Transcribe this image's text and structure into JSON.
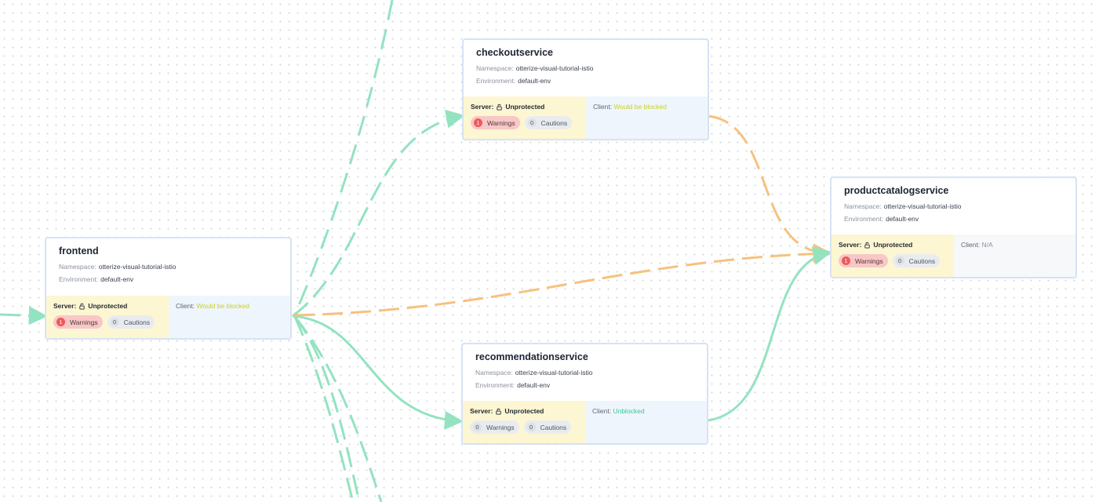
{
  "colors": {
    "edge_green": "#93e3c0",
    "edge_orange": "#f6c27e",
    "server_bg": "#fdf6d2",
    "client_bg": "#eff5fc",
    "warning_badge": "#f0595a",
    "would_be_blocked": "#c9d21d",
    "unblocked": "#3cc69a"
  },
  "labels": {
    "namespace": "Namespace:",
    "environment": "Environment:",
    "server": "Server:",
    "client": "Client:",
    "warnings": "Warnings",
    "cautions": "Cautions"
  },
  "nodes": {
    "checkout": {
      "title": "checkoutservice",
      "namespace": "otterize-visual-tutorial-istio",
      "environment": "default-env",
      "server_status": "Unprotected",
      "warnings": "1",
      "cautions": "0",
      "client_status": "Would be blocked"
    },
    "productcatalog": {
      "title": "productcatalogservice",
      "namespace": "otterize-visual-tutorial-istio",
      "environment": "default-env",
      "server_status": "Unprotected",
      "warnings": "1",
      "cautions": "0",
      "client_status": "N/A"
    },
    "frontend": {
      "title": "frontend",
      "namespace": "otterize-visual-tutorial-istio",
      "environment": "default-env",
      "server_status": "Unprotected",
      "warnings": "1",
      "cautions": "0",
      "client_status": "Would be blocked"
    },
    "recommendation": {
      "title": "recommendationservice",
      "namespace": "otterize-visual-tutorial-istio",
      "environment": "default-env",
      "server_status": "Unprotected",
      "warnings": "0",
      "cautions": "0",
      "client_status": "Unblocked"
    }
  }
}
